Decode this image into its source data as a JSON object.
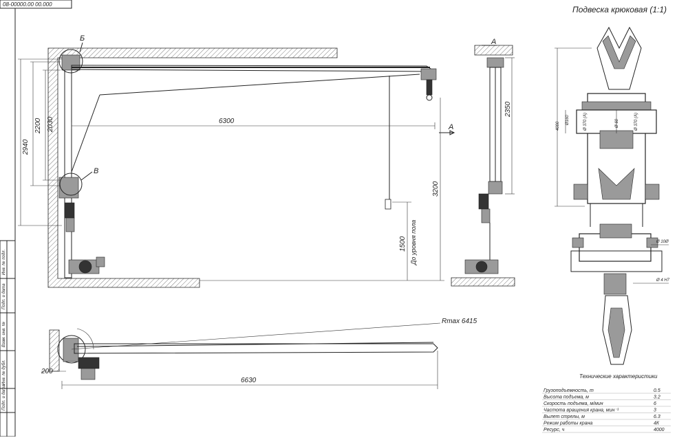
{
  "sheet": {
    "corner_code": "08-00000.00 00.000",
    "detail_title": "Подвеска крюковая (1:1)",
    "view_a_label": "А",
    "callout_b": "Б",
    "callout_v": "В",
    "arrow_a": "А",
    "dims": {
      "d6300": "6300",
      "d2940": "2940",
      "d2200": "2200",
      "d2030": "2030",
      "d3200": "3200",
      "d1500": "1500",
      "floor_note": "До уровня пола",
      "d2350": "2350",
      "rmax": "Rmax 6415",
      "d6630": "6630",
      "d200": "200"
    },
    "detail_dims": {
      "d4000": "4000",
      "d9160": "Ø160",
      "b1": "Ø 370 (А)",
      "b2": "Ø 60",
      "b3": "Ø 370 (А)",
      "d400": "Ø 10Ø",
      "d4hx": "Ø 4 Н7"
    },
    "side_stamps": [
      "Инв. № подл.",
      "Подп. и дата",
      "Взам. инв. №",
      "Инв. № дубл.",
      "Подп. и дата"
    ]
  },
  "specs": {
    "title": "Технические характеристики",
    "rows": [
      {
        "label": "Грузоподъемность, т",
        "value": "0.5"
      },
      {
        "label": "Высота подъема, м",
        "value": "3.2"
      },
      {
        "label": "Скорость подъема, м/мин",
        "value": "6"
      },
      {
        "label": "Частота вращения крана, мин⁻¹",
        "value": "3"
      },
      {
        "label": "Вылет стрелы, м",
        "value": "6.3"
      },
      {
        "label": "Режим работы крана",
        "value": "4К"
      },
      {
        "label": "Ресурс, ч",
        "value": "4000"
      }
    ]
  }
}
